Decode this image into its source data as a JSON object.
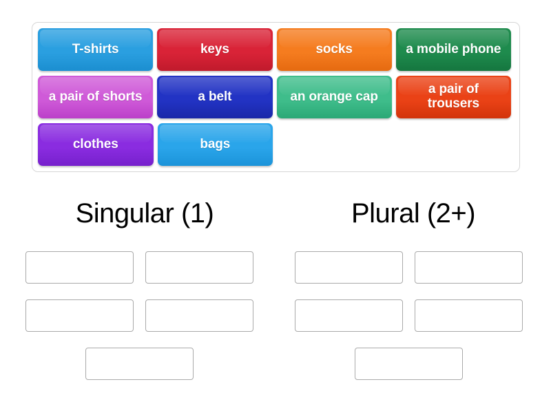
{
  "activity": {
    "type": "group-sort",
    "tray_label": "word-tile-tray"
  },
  "tiles": [
    {
      "label": "T-shirts",
      "color": "#2a9fe0",
      "color_dark": "#1b8ed0",
      "name": "tile-t-shirts"
    },
    {
      "label": "keys",
      "color": "#d92337",
      "color_dark": "#c01a2c",
      "name": "tile-keys"
    },
    {
      "label": "socks",
      "color": "#f57c1f",
      "color_dark": "#e56a10",
      "name": "tile-socks"
    },
    {
      "label": "a mobile phone",
      "color": "#1e8b4d",
      "color_dark": "#15763f",
      "name": "tile-a-mobile-phone"
    },
    {
      "label": "a pair of shorts",
      "color": "#cf5ad8",
      "color_dark": "#bb3fc9",
      "name": "tile-a-pair-of-shorts"
    },
    {
      "label": "a belt",
      "color": "#2233c4",
      "color_dark": "#1a27a8",
      "name": "tile-a-belt"
    },
    {
      "label": "an orange cap",
      "color": "#3fbd8b",
      "color_dark": "#2ba876",
      "name": "tile-an-orange-cap"
    },
    {
      "label": "a pair of trousers",
      "color": "#ea4216",
      "color_dark": "#d2330b",
      "name": "tile-a-pair-of-trousers"
    },
    {
      "label": "clothes",
      "color": "#8a2ce0",
      "color_dark": "#7620cc",
      "name": "tile-clothes"
    },
    {
      "label": "bags",
      "color": "#2aa5ea",
      "color_dark": "#1b93d9",
      "name": "tile-bags"
    }
  ],
  "columns": [
    {
      "heading": "Singular (1)",
      "name": "column-singular",
      "dropzones": [
        {
          "name": "dropzone-singular-1",
          "value": ""
        },
        {
          "name": "dropzone-singular-2",
          "value": ""
        },
        {
          "name": "dropzone-singular-3",
          "value": ""
        },
        {
          "name": "dropzone-singular-4",
          "value": ""
        },
        {
          "name": "dropzone-singular-5",
          "value": ""
        }
      ]
    },
    {
      "heading": "Plural (2+)",
      "name": "column-plural",
      "dropzones": [
        {
          "name": "dropzone-plural-1",
          "value": ""
        },
        {
          "name": "dropzone-plural-2",
          "value": ""
        },
        {
          "name": "dropzone-plural-3",
          "value": ""
        },
        {
          "name": "dropzone-plural-4",
          "value": ""
        },
        {
          "name": "dropzone-plural-5",
          "value": ""
        }
      ]
    }
  ],
  "colors": {
    "page_background": "#ffffff",
    "tray_border": "#d6d6d6",
    "dropzone_border": "#a9a9a9",
    "heading_text": "#000000",
    "tile_text": "#ffffff"
  }
}
